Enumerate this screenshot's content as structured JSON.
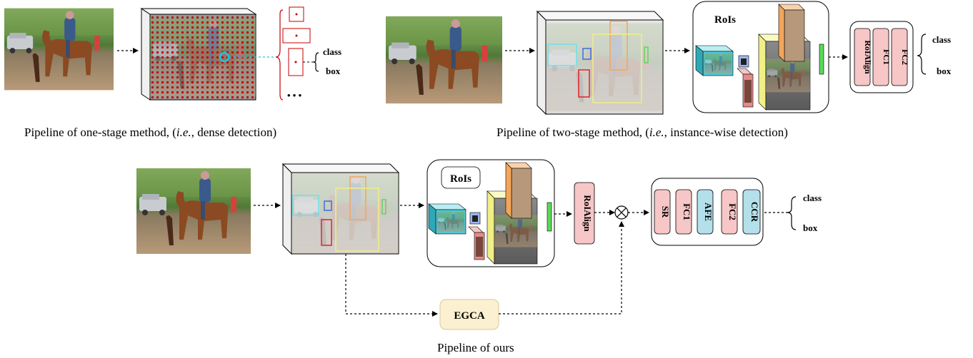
{
  "captions": {
    "one_stage": {
      "before": "Pipeline of one-stage method, (",
      "italic": "i.e.",
      "after": ", dense detection)"
    },
    "two_stage": {
      "before": "Pipeline of two-stage method, (",
      "italic": "i.e.",
      "after": ", instance-wise detection)"
    },
    "ours": "Pipeline of ours"
  },
  "labels": {
    "class": "class",
    "box": "box",
    "ellipsis": "• • •",
    "rois": "RoIs",
    "roialign": "RoIAlign",
    "fc1": "FC1",
    "fc2": "FC2",
    "sr": "SR",
    "afe": "AFE",
    "ccr": "CCR",
    "egca": "EGCA",
    "combine_symbol": "⊗"
  },
  "colors": {
    "red_block": "#f7c6c6",
    "blue_block": "#b3e0ea",
    "egca_fill": "#fbf0cf",
    "roi_cyan": "#6fe0ec",
    "roi_blue": "#3c6fd8",
    "roi_orange": "#f2a65a",
    "roi_red": "#e0242a",
    "roi_yellow": "#f1ef86",
    "roi_green": "#5ad85a",
    "dense_dot": "#c40000"
  }
}
